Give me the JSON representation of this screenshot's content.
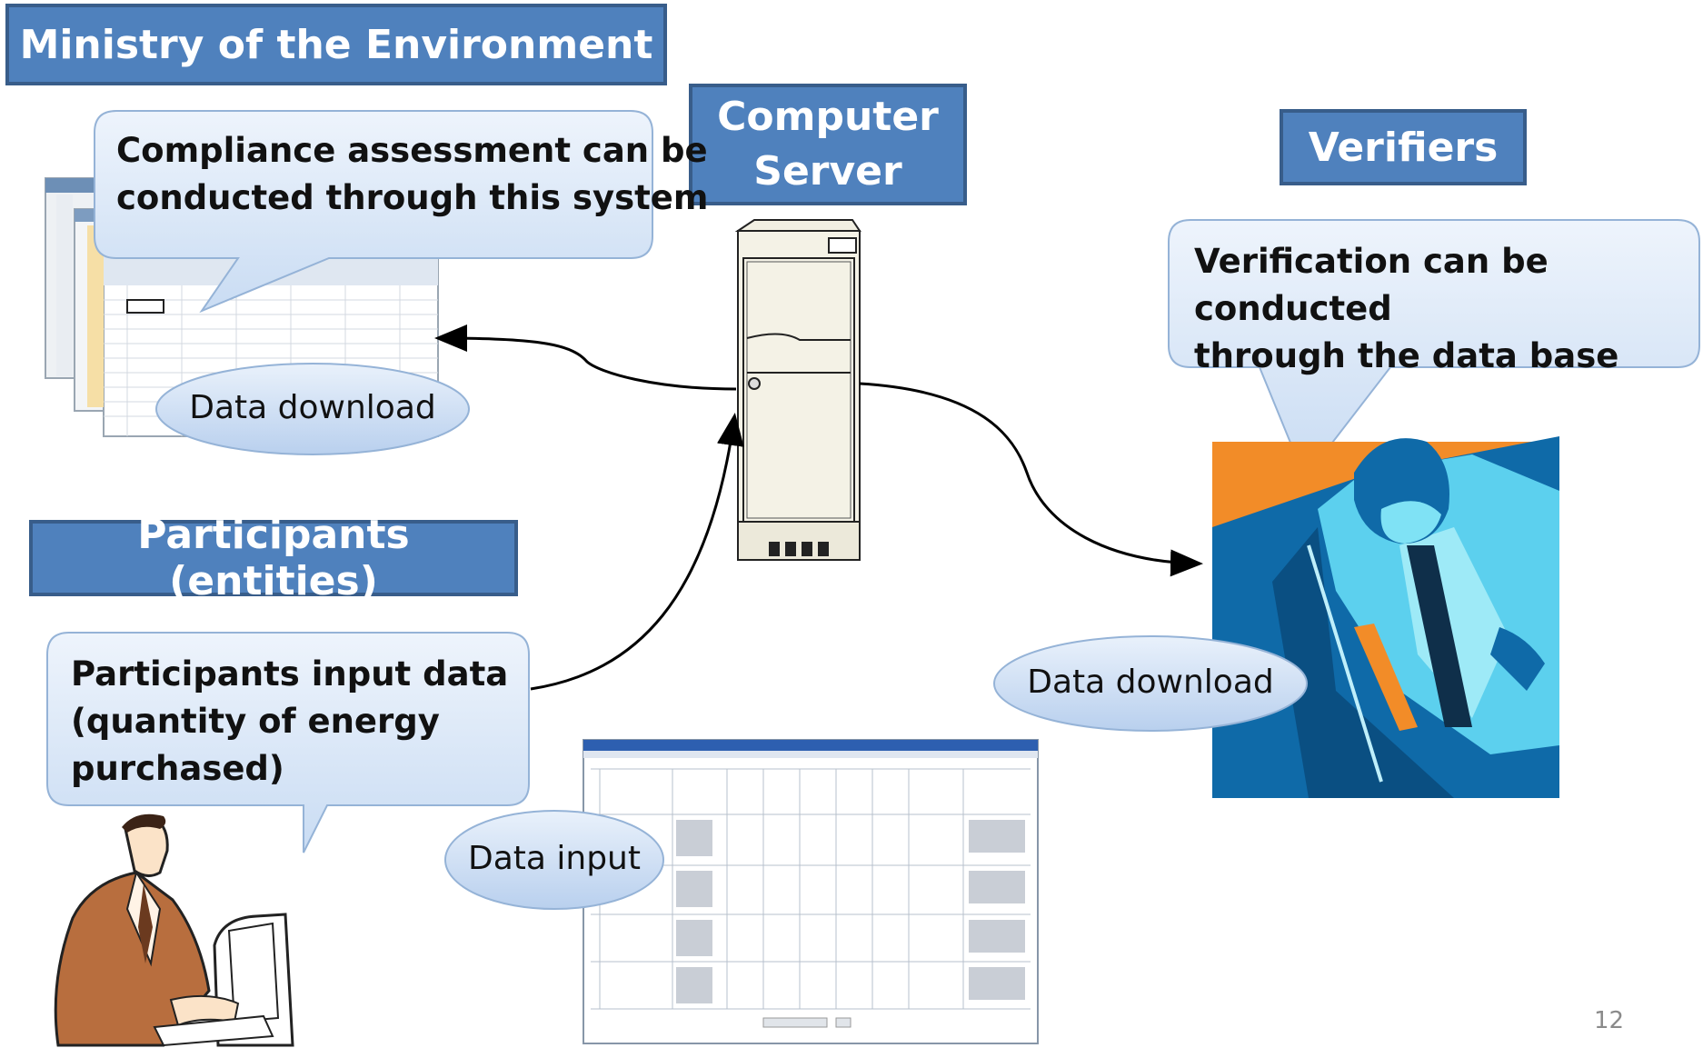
{
  "titles": {
    "ministry": "Ministry of the Environment",
    "server_line1": "Computer",
    "server_line2": "Server",
    "verifiers": "Verifiers",
    "participants": "Participants (entities)"
  },
  "callouts": {
    "ministry_line1": "Compliance assessment can be",
    "ministry_line2": "conducted through this system",
    "verifiers_line1": "Verification can be conducted",
    "verifiers_line2": "through the data base",
    "participants_line1": "Participants input data",
    "participants_line2": "(quantity of energy",
    "participants_line3": "purchased)"
  },
  "ovals": {
    "ministry_download": "Data download",
    "verifier_download": "Data download",
    "participant_input": "Data input"
  },
  "page_number": "12",
  "colors": {
    "title_fill": "#4f81bd",
    "title_border": "#385d8a",
    "callout_fill": "#dbe8f8",
    "callout_border": "#95b3d7",
    "orange": "#f28c28",
    "navy": "#0f6aa8",
    "cyan": "#5cd0ee"
  },
  "icons": [
    "server-icon",
    "spreadsheet-icon",
    "webform-icon",
    "businessman-icon",
    "thinking-man-icon"
  ]
}
